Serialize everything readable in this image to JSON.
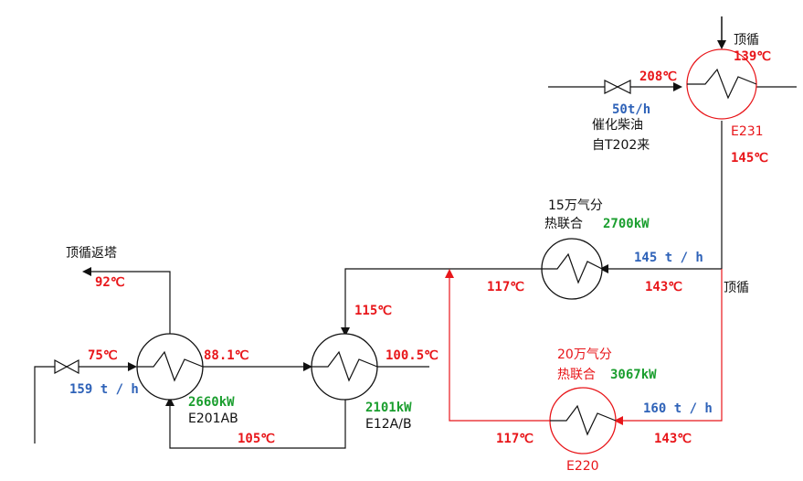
{
  "colors": {
    "line_black": "#111111",
    "line_red": "#e8161a",
    "temp_red": "#e8161a",
    "flow_blue": "#2e62b8",
    "power_green": "#1a9e2e"
  },
  "exchangers": {
    "e231": {
      "tag": "E231"
    },
    "e220": {
      "tag": "E220",
      "title_line1": "20万气分",
      "title_line2": "热联合",
      "duty": "3067kW"
    },
    "e15": {
      "title_line1": "15万气分",
      "title_line2": "热联合",
      "duty": "2700kW"
    },
    "e201": {
      "tag": "E201AB",
      "duty": "2660kW"
    },
    "e12": {
      "tag": "E12A/B",
      "duty": "2101kW"
    }
  },
  "streams": {
    "top_cycle_in_label": "顶循",
    "top_cycle_right_label": "顶循",
    "return_label": "顶循返塔",
    "diesel_line1": "催化柴油",
    "diesel_line2": "自T202来"
  },
  "temperatures": {
    "t139": "139℃",
    "t208": "208℃",
    "t145_e231_out": "145℃",
    "t143_upper": "143℃",
    "t117_upper": "117℃",
    "t115": "115℃",
    "t92": "92℃",
    "t75": "75℃",
    "t88": "88.1℃",
    "t100": "100.5℃",
    "t105": "105℃",
    "t117_lower": "117℃",
    "t143_lower": "143℃"
  },
  "flows": {
    "f50": "50t/h",
    "f145": "145 t / h",
    "f160": "160 t / h",
    "f159": "159 t / h"
  }
}
